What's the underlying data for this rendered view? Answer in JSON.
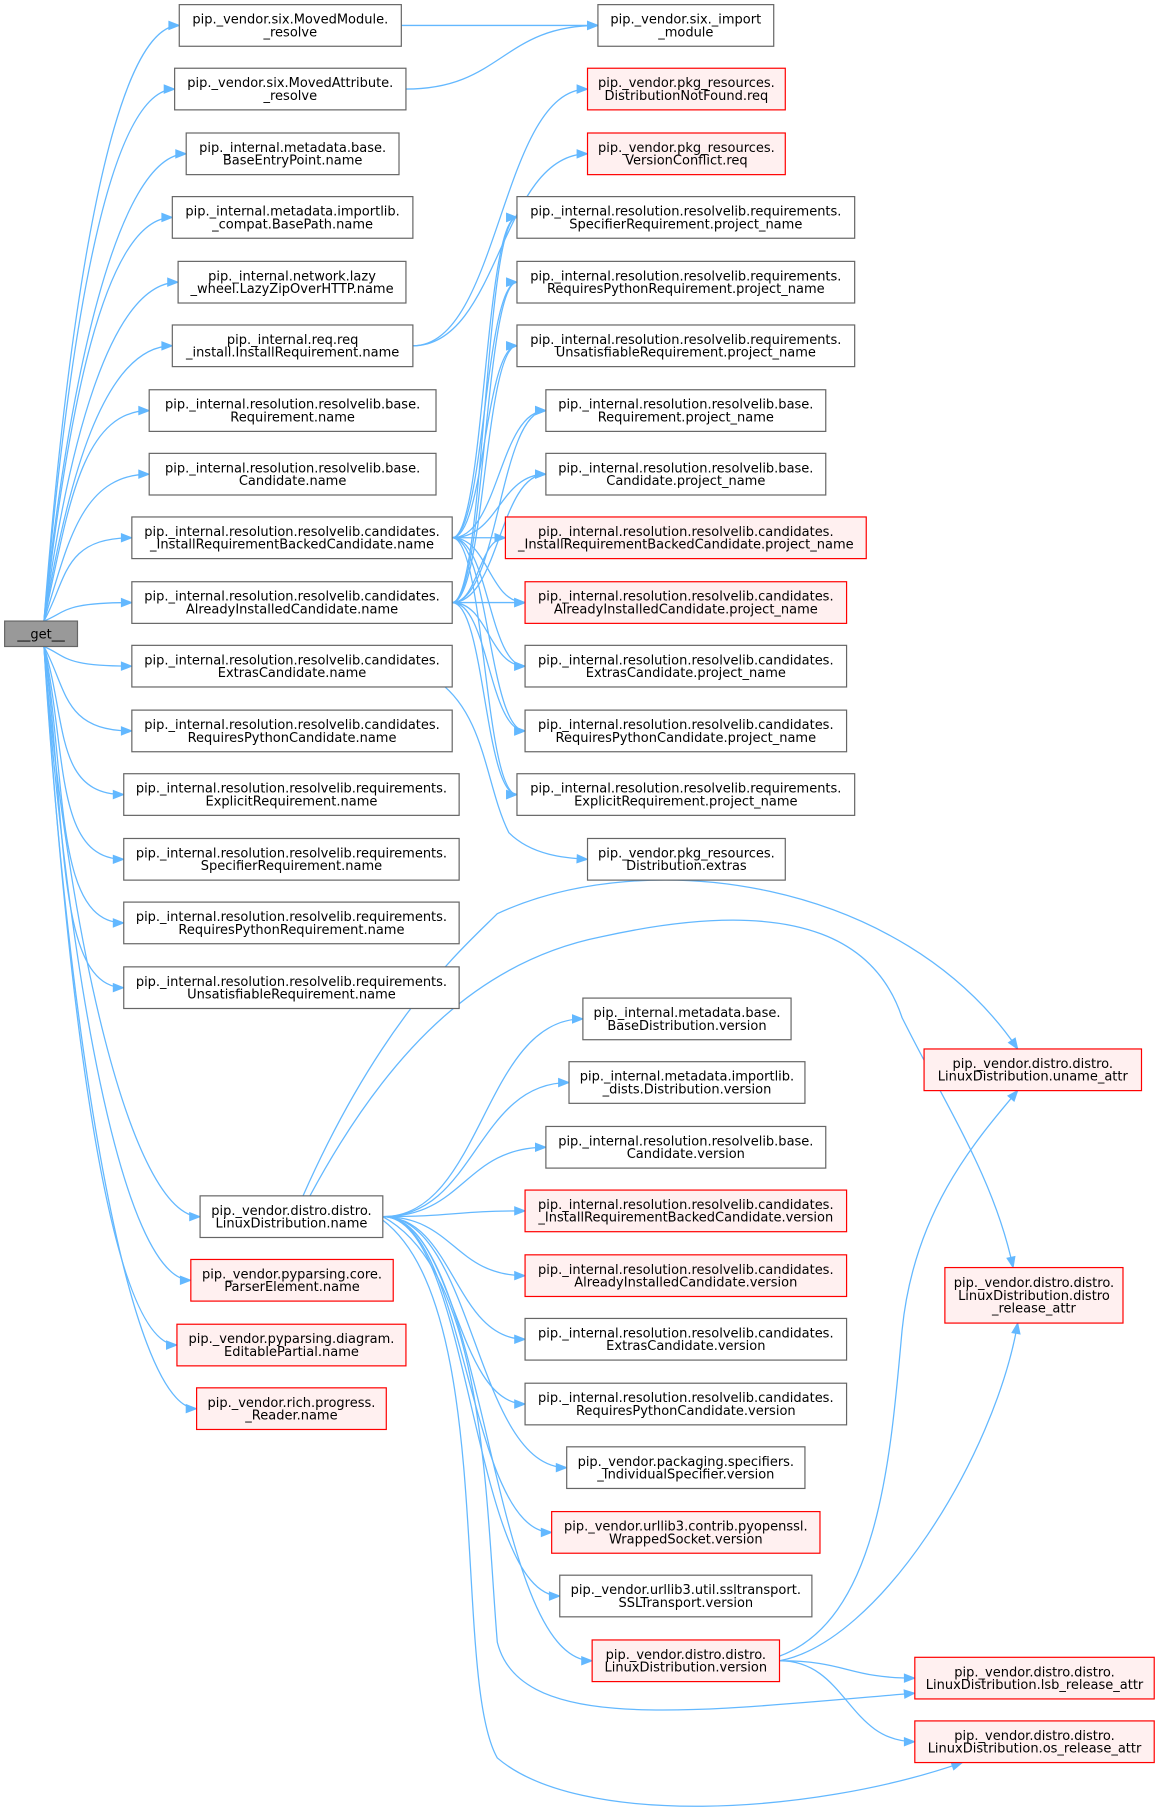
{
  "colors": {
    "edge": "#63b8ff",
    "node_border": "#666666",
    "node_fill": "#ffffff",
    "external_border": "#ff0000",
    "external_fill": "#fff0f0",
    "root_fill": "#999999"
  },
  "nodes": [
    {
      "id": "root",
      "lines": [
        "__get__"
      ],
      "style": "root"
    },
    {
      "id": "n1",
      "lines": [
        "pip._vendor.six.MovedModule.",
        "_resolve"
      ],
      "style": "gray"
    },
    {
      "id": "n2",
      "lines": [
        "pip._vendor.six.MovedAttribute.",
        "_resolve"
      ],
      "style": "gray"
    },
    {
      "id": "n3",
      "lines": [
        "pip._internal.metadata.base.",
        "BaseEntryPoint.name"
      ],
      "style": "gray"
    },
    {
      "id": "n4",
      "lines": [
        "pip._internal.metadata.importlib.",
        "_compat.BasePath.name"
      ],
      "style": "gray"
    },
    {
      "id": "n5",
      "lines": [
        "pip._internal.network.lazy",
        "_wheel.LazyZipOverHTTP.name"
      ],
      "style": "gray"
    },
    {
      "id": "n6",
      "lines": [
        "pip._internal.req.req",
        "_install.InstallRequirement.name"
      ],
      "style": "gray"
    },
    {
      "id": "n7",
      "lines": [
        "pip._internal.resolution.resolvelib.base.",
        "Requirement.name"
      ],
      "style": "gray"
    },
    {
      "id": "n8",
      "lines": [
        "pip._internal.resolution.resolvelib.base.",
        "Candidate.name"
      ],
      "style": "gray"
    },
    {
      "id": "n9",
      "lines": [
        "pip._internal.resolution.resolvelib.candidates.",
        "_InstallRequirementBackedCandidate.name"
      ],
      "style": "gray"
    },
    {
      "id": "n10",
      "lines": [
        "pip._internal.resolution.resolvelib.candidates.",
        "AlreadyInstalledCandidate.name"
      ],
      "style": "gray"
    },
    {
      "id": "n11",
      "lines": [
        "pip._internal.resolution.resolvelib.candidates.",
        "ExtrasCandidate.name"
      ],
      "style": "gray"
    },
    {
      "id": "n12",
      "lines": [
        "pip._internal.resolution.resolvelib.candidates.",
        "RequiresPythonCandidate.name"
      ],
      "style": "gray"
    },
    {
      "id": "n13",
      "lines": [
        "pip._internal.resolution.resolvelib.requirements.",
        "ExplicitRequirement.name"
      ],
      "style": "gray"
    },
    {
      "id": "n14",
      "lines": [
        "pip._internal.resolution.resolvelib.requirements.",
        "SpecifierRequirement.name"
      ],
      "style": "gray"
    },
    {
      "id": "n15",
      "lines": [
        "pip._internal.resolution.resolvelib.requirements.",
        "RequiresPythonRequirement.name"
      ],
      "style": "gray"
    },
    {
      "id": "n16",
      "lines": [
        "pip._internal.resolution.resolvelib.requirements.",
        "UnsatisfiableRequirement.name"
      ],
      "style": "gray"
    },
    {
      "id": "n17",
      "lines": [
        "pip._vendor.distro.distro.",
        "LinuxDistribution.name"
      ],
      "style": "gray"
    },
    {
      "id": "n18",
      "lines": [
        "pip._vendor.pyparsing.core.",
        "ParserElement.name"
      ],
      "style": "red"
    },
    {
      "id": "n19",
      "lines": [
        "pip._vendor.pyparsing.diagram.",
        "EditablePartial.name"
      ],
      "style": "red"
    },
    {
      "id": "n20",
      "lines": [
        "pip._vendor.rich.progress.",
        "_Reader.name"
      ],
      "style": "red"
    },
    {
      "id": "m1",
      "lines": [
        "pip._vendor.six._import",
        "_module"
      ],
      "style": "gray"
    },
    {
      "id": "m2",
      "lines": [
        "pip._vendor.pkg_resources.",
        "DistributionNotFound.req"
      ],
      "style": "red"
    },
    {
      "id": "m3",
      "lines": [
        "pip._vendor.pkg_resources.",
        "VersionConflict.req"
      ],
      "style": "red"
    },
    {
      "id": "m4",
      "lines": [
        "pip._internal.resolution.resolvelib.requirements.",
        "SpecifierRequirement.project_name"
      ],
      "style": "gray"
    },
    {
      "id": "m5",
      "lines": [
        "pip._internal.resolution.resolvelib.requirements.",
        "RequiresPythonRequirement.project_name"
      ],
      "style": "gray"
    },
    {
      "id": "m6",
      "lines": [
        "pip._internal.resolution.resolvelib.requirements.",
        "UnsatisfiableRequirement.project_name"
      ],
      "style": "gray"
    },
    {
      "id": "m7",
      "lines": [
        "pip._internal.resolution.resolvelib.base.",
        "Requirement.project_name"
      ],
      "style": "gray"
    },
    {
      "id": "m8",
      "lines": [
        "pip._internal.resolution.resolvelib.base.",
        "Candidate.project_name"
      ],
      "style": "gray"
    },
    {
      "id": "m9",
      "lines": [
        "pip._internal.resolution.resolvelib.candidates.",
        "_InstallRequirementBackedCandidate.project_name"
      ],
      "style": "red"
    },
    {
      "id": "m10",
      "lines": [
        "pip._internal.resolution.resolvelib.candidates.",
        "AlreadyInstalledCandidate.project_name"
      ],
      "style": "red"
    },
    {
      "id": "m11",
      "lines": [
        "pip._internal.resolution.resolvelib.candidates.",
        "ExtrasCandidate.project_name"
      ],
      "style": "gray"
    },
    {
      "id": "m12",
      "lines": [
        "pip._internal.resolution.resolvelib.candidates.",
        "RequiresPythonCandidate.project_name"
      ],
      "style": "gray"
    },
    {
      "id": "m13",
      "lines": [
        "pip._internal.resolution.resolvelib.requirements.",
        "ExplicitRequirement.project_name"
      ],
      "style": "gray"
    },
    {
      "id": "m14",
      "lines": [
        "pip._vendor.pkg_resources.",
        "Distribution.extras"
      ],
      "style": "gray"
    },
    {
      "id": "v1",
      "lines": [
        "pip._internal.metadata.base.",
        "BaseDistribution.version"
      ],
      "style": "gray"
    },
    {
      "id": "v2",
      "lines": [
        "pip._internal.metadata.importlib.",
        "_dists.Distribution.version"
      ],
      "style": "gray"
    },
    {
      "id": "v3",
      "lines": [
        "pip._internal.resolution.resolvelib.base.",
        "Candidate.version"
      ],
      "style": "gray"
    },
    {
      "id": "v4",
      "lines": [
        "pip._internal.resolution.resolvelib.candidates.",
        "_InstallRequirementBackedCandidate.version"
      ],
      "style": "red"
    },
    {
      "id": "v5",
      "lines": [
        "pip._internal.resolution.resolvelib.candidates.",
        "AlreadyInstalledCandidate.version"
      ],
      "style": "red"
    },
    {
      "id": "v6",
      "lines": [
        "pip._internal.resolution.resolvelib.candidates.",
        "ExtrasCandidate.version"
      ],
      "style": "gray"
    },
    {
      "id": "v7",
      "lines": [
        "pip._internal.resolution.resolvelib.candidates.",
        "RequiresPythonCandidate.version"
      ],
      "style": "gray"
    },
    {
      "id": "v8",
      "lines": [
        "pip._vendor.packaging.specifiers.",
        "_IndividualSpecifier.version"
      ],
      "style": "gray"
    },
    {
      "id": "v9",
      "lines": [
        "pip._vendor.urllib3.contrib.pyopenssl.",
        "WrappedSocket.version"
      ],
      "style": "red"
    },
    {
      "id": "v10",
      "lines": [
        "pip._vendor.urllib3.util.ssltransport.",
        "SSLTransport.version"
      ],
      "style": "gray"
    },
    {
      "id": "v11",
      "lines": [
        "pip._vendor.distro.distro.",
        "LinuxDistribution.version"
      ],
      "style": "red"
    },
    {
      "id": "d1",
      "lines": [
        "pip._vendor.distro.distro.",
        "LinuxDistribution.uname_attr"
      ],
      "style": "red"
    },
    {
      "id": "d2",
      "lines": [
        "pip._vendor.distro.distro.",
        "LinuxDistribution.distro",
        "_release_attr"
      ],
      "style": "red"
    },
    {
      "id": "d3",
      "lines": [
        "pip._vendor.distro.distro.",
        "LinuxDistribution.lsb_release_attr"
      ],
      "style": "red"
    },
    {
      "id": "d4",
      "lines": [
        "pip._vendor.distro.distro.",
        "LinuxDistribution.os_release_attr"
      ],
      "style": "red"
    }
  ],
  "edges": [
    [
      "root",
      "n1"
    ],
    [
      "root",
      "n2"
    ],
    [
      "root",
      "n3"
    ],
    [
      "root",
      "n4"
    ],
    [
      "root",
      "n5"
    ],
    [
      "root",
      "n6"
    ],
    [
      "root",
      "n7"
    ],
    [
      "root",
      "n8"
    ],
    [
      "root",
      "n9"
    ],
    [
      "root",
      "n10"
    ],
    [
      "root",
      "n11"
    ],
    [
      "root",
      "n12"
    ],
    [
      "root",
      "n13"
    ],
    [
      "root",
      "n14"
    ],
    [
      "root",
      "n15"
    ],
    [
      "root",
      "n16"
    ],
    [
      "root",
      "n17"
    ],
    [
      "root",
      "n18"
    ],
    [
      "root",
      "n19"
    ],
    [
      "root",
      "n20"
    ],
    [
      "n1",
      "m1"
    ],
    [
      "n2",
      "m1"
    ],
    [
      "n6",
      "m2"
    ],
    [
      "n6",
      "m3"
    ],
    [
      "n9",
      "m4"
    ],
    [
      "n9",
      "m5"
    ],
    [
      "n9",
      "m6"
    ],
    [
      "n9",
      "m7"
    ],
    [
      "n9",
      "m8"
    ],
    [
      "n9",
      "m9"
    ],
    [
      "n9",
      "m10"
    ],
    [
      "n9",
      "m11"
    ],
    [
      "n9",
      "m12"
    ],
    [
      "n9",
      "m13"
    ],
    [
      "n10",
      "m4"
    ],
    [
      "n10",
      "m5"
    ],
    [
      "n10",
      "m6"
    ],
    [
      "n10",
      "m7"
    ],
    [
      "n10",
      "m8"
    ],
    [
      "n10",
      "m9"
    ],
    [
      "n10",
      "m10"
    ],
    [
      "n10",
      "m11"
    ],
    [
      "n10",
      "m12"
    ],
    [
      "n10",
      "m13"
    ],
    [
      "n11",
      "m14"
    ],
    [
      "n17",
      "v1"
    ],
    [
      "n17",
      "v2"
    ],
    [
      "n17",
      "v3"
    ],
    [
      "n17",
      "v4"
    ],
    [
      "n17",
      "v5"
    ],
    [
      "n17",
      "v6"
    ],
    [
      "n17",
      "v7"
    ],
    [
      "n17",
      "v8"
    ],
    [
      "n17",
      "v9"
    ],
    [
      "n17",
      "v10"
    ],
    [
      "n17",
      "v11"
    ],
    [
      "n17",
      "d1"
    ],
    [
      "n17",
      "d2"
    ],
    [
      "n17",
      "d3"
    ],
    [
      "n17",
      "d4"
    ],
    [
      "v11",
      "d1"
    ],
    [
      "v11",
      "d2"
    ],
    [
      "v11",
      "d3"
    ],
    [
      "v11",
      "d4"
    ]
  ]
}
